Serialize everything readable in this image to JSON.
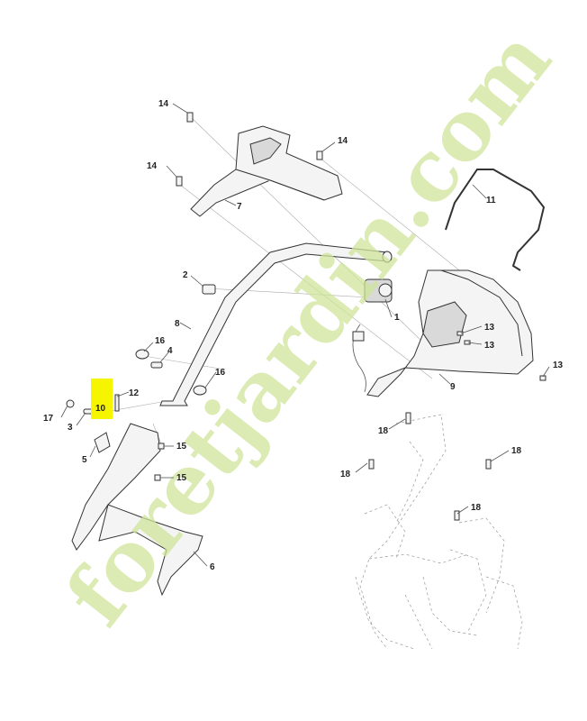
{
  "watermark": {
    "text": "foretjardin.com",
    "colors": {
      "primary": "#cfe59a",
      "secondary": "#d9d2c6"
    }
  },
  "highlight": {
    "label": "10",
    "color": "#f5f500"
  },
  "callouts": {
    "c1": "1",
    "c2": "2",
    "c3": "3",
    "c4": "4",
    "c5": "5",
    "c6": "6",
    "c7": "7",
    "c8": "8",
    "c9": "9",
    "c10": "10",
    "c11": "11",
    "c12": "12",
    "c13a": "13",
    "c13b": "13",
    "c13c": "13",
    "c14a": "14",
    "c14b": "14",
    "c14c": "14",
    "c15a": "15",
    "c15b": "15",
    "c16a": "16",
    "c16b": "16",
    "c17": "17",
    "c18a": "18",
    "c18b": "18",
    "c18c": "18",
    "c18d": "18"
  }
}
